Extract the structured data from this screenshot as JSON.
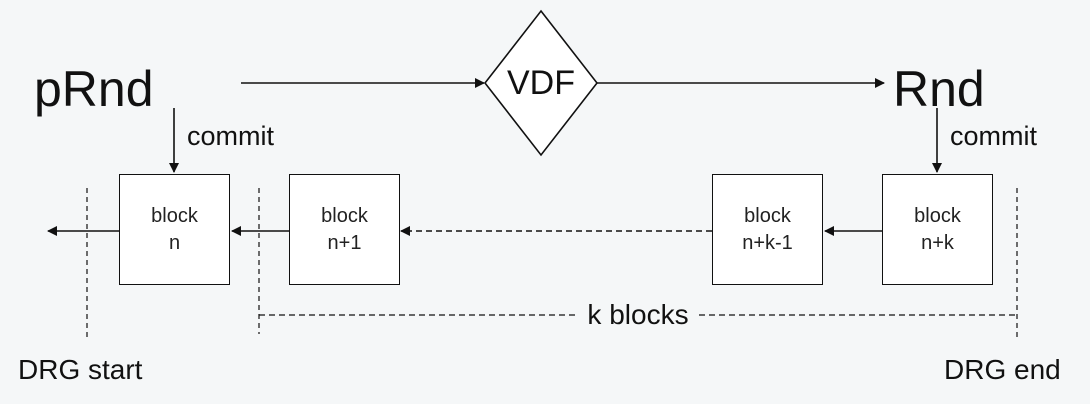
{
  "nodes": {
    "prnd": "pRnd",
    "rnd": "Rnd",
    "vdf": "VDF"
  },
  "edges": {
    "commit_left": "commit",
    "commit_right": "commit"
  },
  "blocks": [
    {
      "word": "block",
      "index": "n"
    },
    {
      "word": "block",
      "index": "n+1"
    },
    {
      "word": "block",
      "index": "n+k-1"
    },
    {
      "word": "block",
      "index": "n+k"
    }
  ],
  "span_label": "k blocks",
  "markers": {
    "start": "DRG start",
    "end": "DRG end"
  }
}
